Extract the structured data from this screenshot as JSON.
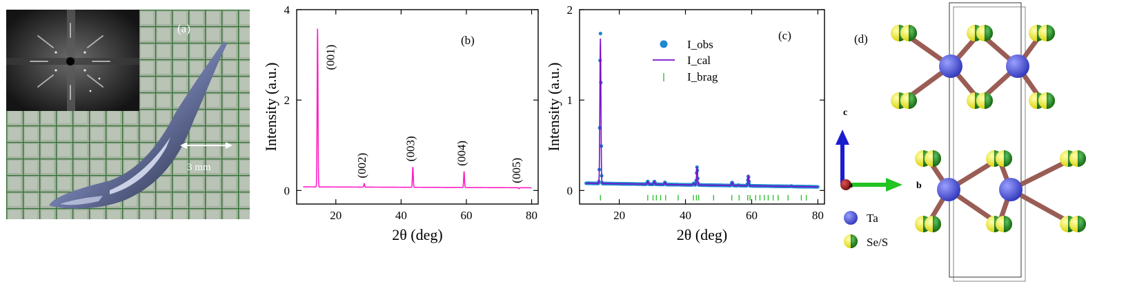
{
  "panel_a": {
    "label": "(a)",
    "scale_text": "3 mm",
    "colors": {
      "grid_bg": "#8c9a84",
      "grid_line": "#3f6f3a",
      "crystal": "#1e2138",
      "crystal_highlight": "#c7d0ee"
    }
  },
  "chart_data": [
    {
      "type": "line",
      "panel_label": "(b)",
      "xlabel": "2θ (deg)",
      "ylabel": "Intensity (a.u.)",
      "xlim": [
        8,
        82
      ],
      "ylim": [
        -0.3,
        4
      ],
      "xticks": [
        20,
        40,
        60,
        80
      ],
      "yticks": [
        0,
        2,
        4
      ],
      "series": [
        {
          "color": "#ff1fc5",
          "baseline": 0.08,
          "peaks": [
            {
              "x": 14.4,
              "y": 3.58,
              "label": "(001)"
            },
            {
              "x": 28.7,
              "y": 0.15,
              "label": "(002)"
            },
            {
              "x": 43.6,
              "y": 0.52,
              "label": "(003)"
            },
            {
              "x": 59.3,
              "y": 0.42,
              "label": "(004)"
            },
            {
              "x": 76.1,
              "y": 0.04,
              "label": "(005)"
            }
          ]
        }
      ]
    },
    {
      "type": "line",
      "panel_label": "(c)",
      "xlabel": "2θ (deg)",
      "ylabel": "Intensity (a.u.)",
      "xlim": [
        8,
        82
      ],
      "ylim": [
        -0.15,
        2
      ],
      "xticks": [
        20,
        40,
        60,
        80
      ],
      "yticks": [
        0,
        1,
        2
      ],
      "legend": [
        "I_obs",
        "I_cal",
        "I_brag"
      ],
      "series": [
        {
          "name": "I_obs",
          "color": "#1e88d0"
        },
        {
          "name": "I_cal",
          "color": "#7a0fc9"
        },
        {
          "name": "I_brag",
          "color": "#2fbf2f"
        }
      ],
      "baseline": 0.08,
      "peaks": [
        {
          "x": 14.3,
          "y": 1.75
        },
        {
          "x": 28.6,
          "y": 0.1
        },
        {
          "x": 30.6,
          "y": 0.1
        },
        {
          "x": 31.5,
          "y": 0.07
        },
        {
          "x": 33.8,
          "y": 0.09
        },
        {
          "x": 42.5,
          "y": 0.08
        },
        {
          "x": 43.5,
          "y": 0.26
        },
        {
          "x": 54.1,
          "y": 0.09
        },
        {
          "x": 56.0,
          "y": 0.06
        },
        {
          "x": 59.0,
          "y": 0.16
        },
        {
          "x": 72.0,
          "y": 0.05
        }
      ],
      "bragg_positions": [
        14.3,
        28.6,
        30.2,
        31.2,
        32.5,
        34.0,
        37.8,
        42.4,
        43.3,
        44.0,
        48.5,
        54.0,
        56.2,
        58.8,
        59.5,
        61.2,
        62.5,
        63.8,
        65.0,
        66.5,
        68.0,
        71.0,
        75.0,
        76.5
      ],
      "bragg_y": -0.08
    }
  ],
  "panel_d": {
    "label": "(d)",
    "axis_c": "c",
    "axis_b": "b",
    "axis_a": "a",
    "legend_ta": "Ta",
    "legend_ses": "Se/S",
    "colors": {
      "ta": "#4f55e0",
      "se_yellow": "#f2ee2a",
      "s_green": "#1d8a1d",
      "bond": "#9a5d55",
      "c_arrow": "#1c1ccf",
      "b_arrow": "#22c422",
      "a_ball": "#a01414"
    }
  }
}
